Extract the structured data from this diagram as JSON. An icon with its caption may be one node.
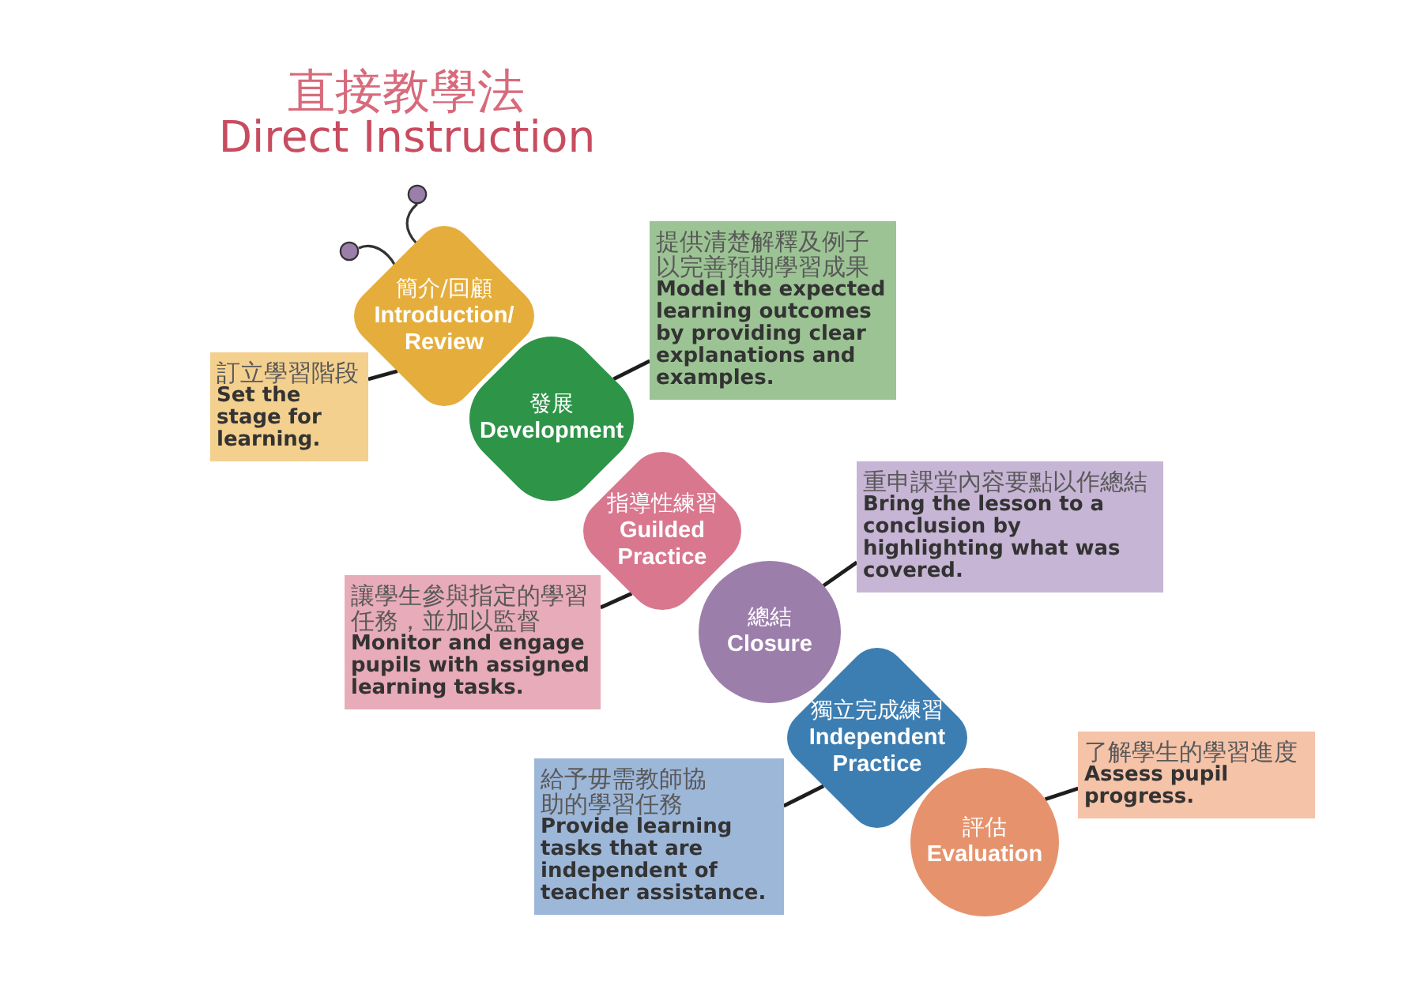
{
  "diagram": {
    "title": "直接教學法",
    "nodes": [
      {
        "text": [
          "簡介/回顧",
          "Introduction/ Review"
        ]
      },
      {
        "text": [
          "訂立學習階段",
          "Set the stage for learning."
        ]
      },
      {
        "text": [
          "發展",
          "Development"
        ]
      },
      {
        "text": [
          "提供清楚解釋及例子以完善預期學習成果",
          "Model the expected learning outcomes by providing clear explanations and examples."
        ]
      },
      {
        "text": [
          "指導性練習",
          "Guilded Practice"
        ]
      },
      {
        "text": [
          "讓學生參與指定的學習任務，並加以監督",
          "Monitor and engage pupils with assigned learning tasks."
        ]
      },
      {
        "text": [
          "總結",
          "Closure"
        ]
      },
      {
        "text": [
          "重申課堂內容要點以作總結",
          "Bring the lesson to a conclusion by highlighting what was covered."
        ]
      },
      {
        "text": [
          "獨立完成練習",
          "Independent Practice"
        ]
      },
      {
        "text": [
          "給予毋需教師協助的學習任務",
          "Provide learning tasks that are independent of teacher assistance."
        ]
      },
      {
        "text": [
          "評估",
          "Evaluation"
        ]
      },
      {
        "text": [
          "了解學生的學習進度",
          "Assess pupil progress."
        ]
      }
    ],
    "edges": [
      {
        "from": 0,
        "to": 1,
        "arrow": "none"
      },
      {
        "from": 2,
        "to": 3,
        "arrow": "none"
      },
      {
        "from": 4,
        "to": 5,
        "arrow": "none"
      },
      {
        "from": 6,
        "to": 7,
        "arrow": "none"
      },
      {
        "from": 8,
        "to": 9,
        "arrow": "none"
      },
      {
        "from": 10,
        "to": 11,
        "arrow": "none"
      }
    ],
    "labels": [
      "Direct Instruction"
    ]
  }
}
